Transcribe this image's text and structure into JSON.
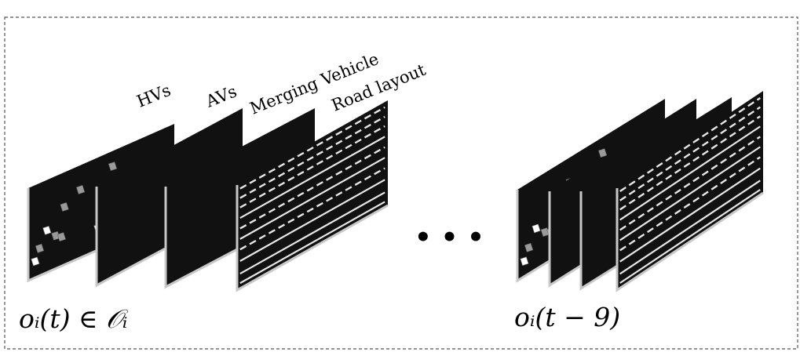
{
  "layer_labels": {
    "hvs": "HVs",
    "avs": "AVs",
    "merging": "Merging Vehicle",
    "road": "Road layout"
  },
  "observation_current": "oᵢ(t) ∈ 𝒪ᵢ",
  "observation_past": "oᵢ(t − 9)",
  "ellipsis": "• • •",
  "colors": {
    "frame": "#111111",
    "frame_edge": "#c8c8c8",
    "vehicle_hv": "#9a9a9a",
    "vehicle_white": "#ffffff",
    "road_line": "#e6e6e6",
    "border": "#555555"
  }
}
